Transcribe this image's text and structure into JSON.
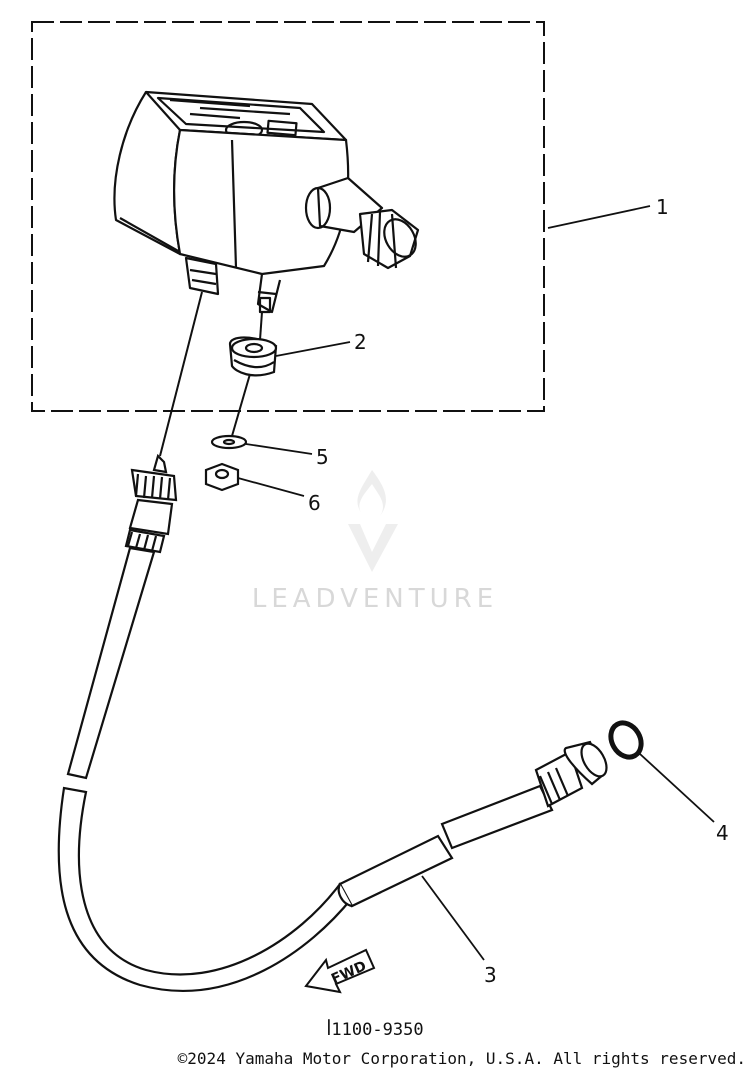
{
  "diagram": {
    "callouts": [
      {
        "id": "1",
        "label": "1"
      },
      {
        "id": "2",
        "label": "2"
      },
      {
        "id": "3",
        "label": "3"
      },
      {
        "id": "4",
        "label": "4"
      },
      {
        "id": "5",
        "label": "5"
      },
      {
        "id": "6",
        "label": "6"
      }
    ],
    "direction_marker": "FWD",
    "reference_code": "ꟾ1100-9350",
    "watermark": "LEADVENTURE",
    "copyright": "©2024 Yamaha Motor Corporation, U.S.A. All rights reserved."
  },
  "colors": {
    "ink": "#111111",
    "watermark": "#d8d8d8",
    "background": "#ffffff"
  }
}
